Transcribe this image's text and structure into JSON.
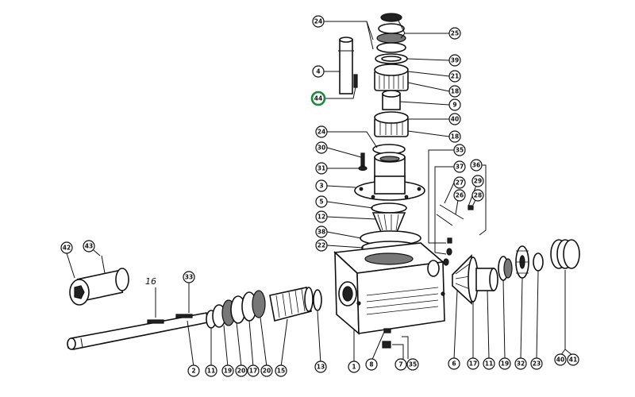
{
  "diagram": {
    "highlight_color": "#1a8a3c",
    "callouts": [
      {
        "id": "c24a",
        "label": "24"
      },
      {
        "id": "c25",
        "label": "25"
      },
      {
        "id": "c39",
        "label": "39"
      },
      {
        "id": "c21a",
        "label": "21"
      },
      {
        "id": "c18a",
        "label": "18"
      },
      {
        "id": "c4",
        "label": "4"
      },
      {
        "id": "c44",
        "label": "44",
        "highlighted": true
      },
      {
        "id": "c9",
        "label": "9"
      },
      {
        "id": "c40",
        "label": "40"
      },
      {
        "id": "c18b",
        "label": "18"
      },
      {
        "id": "c24b",
        "label": "24"
      },
      {
        "id": "c30",
        "label": "30"
      },
      {
        "id": "c35a",
        "label": "35"
      },
      {
        "id": "c31",
        "label": "31"
      },
      {
        "id": "c37",
        "label": "37"
      },
      {
        "id": "c36",
        "label": "36"
      },
      {
        "id": "c3",
        "label": "3"
      },
      {
        "id": "c27",
        "label": "27"
      },
      {
        "id": "c29",
        "label": "29"
      },
      {
        "id": "c26",
        "label": "26"
      },
      {
        "id": "c28",
        "label": "28"
      },
      {
        "id": "c5",
        "label": "5"
      },
      {
        "id": "c12",
        "label": "12"
      },
      {
        "id": "c38",
        "label": "38"
      },
      {
        "id": "c22",
        "label": "22"
      },
      {
        "id": "c42",
        "label": "42"
      },
      {
        "id": "c43",
        "label": "43"
      },
      {
        "id": "c33",
        "label": "33"
      },
      {
        "id": "c2",
        "label": "2"
      },
      {
        "id": "c11a",
        "label": "11"
      },
      {
        "id": "c19a",
        "label": "19"
      },
      {
        "id": "c20a",
        "label": "20"
      },
      {
        "id": "c17a",
        "label": "17"
      },
      {
        "id": "c20b",
        "label": "20"
      },
      {
        "id": "c15",
        "label": "15"
      },
      {
        "id": "c13",
        "label": "13"
      },
      {
        "id": "c1",
        "label": "1"
      },
      {
        "id": "c8",
        "label": "8"
      },
      {
        "id": "c7",
        "label": "7"
      },
      {
        "id": "c35b",
        "label": "35"
      },
      {
        "id": "c6",
        "label": "6"
      },
      {
        "id": "c17b",
        "label": "17"
      },
      {
        "id": "c11b",
        "label": "11"
      },
      {
        "id": "c19b",
        "label": "19"
      },
      {
        "id": "c32",
        "label": "32"
      },
      {
        "id": "c23",
        "label": "23"
      },
      {
        "id": "c40b",
        "label": "40"
      },
      {
        "id": "c41",
        "label": "41"
      }
    ],
    "free_labels": [
      {
        "id": "f16",
        "label": "16"
      }
    ]
  }
}
